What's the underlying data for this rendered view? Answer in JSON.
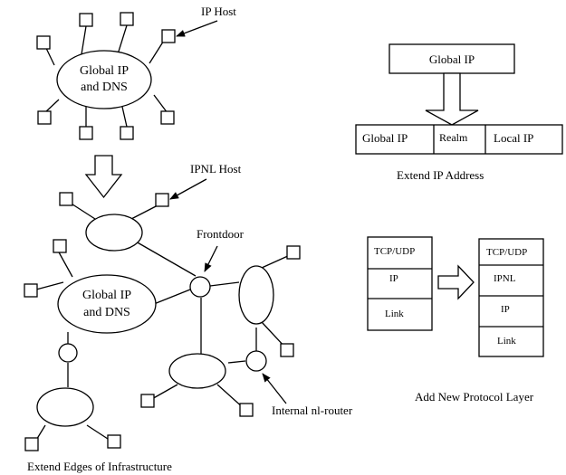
{
  "top_network": {
    "cloud_line1": "Global IP",
    "cloud_line2": "and DNS",
    "ip_host_label": "IP Host"
  },
  "bottom_network": {
    "ipnl_host_label": "IPNL Host",
    "frontdoor_label": "Frontdoor",
    "cloud_line1": "Global IP",
    "cloud_line2": "and DNS",
    "internal_router_label": "Internal nl-router",
    "caption": "Extend Edges of Infrastructure"
  },
  "address": {
    "global_box": "Global IP",
    "fields": [
      "Global IP",
      "Realm",
      "Local IP"
    ],
    "caption": "Extend IP Address"
  },
  "protocol": {
    "left_stack": [
      "TCP/UDP",
      "IP",
      "Link"
    ],
    "right_stack": [
      "TCP/UDP",
      "IPNL",
      "IP",
      "Link"
    ],
    "caption": "Add New Protocol Layer"
  }
}
